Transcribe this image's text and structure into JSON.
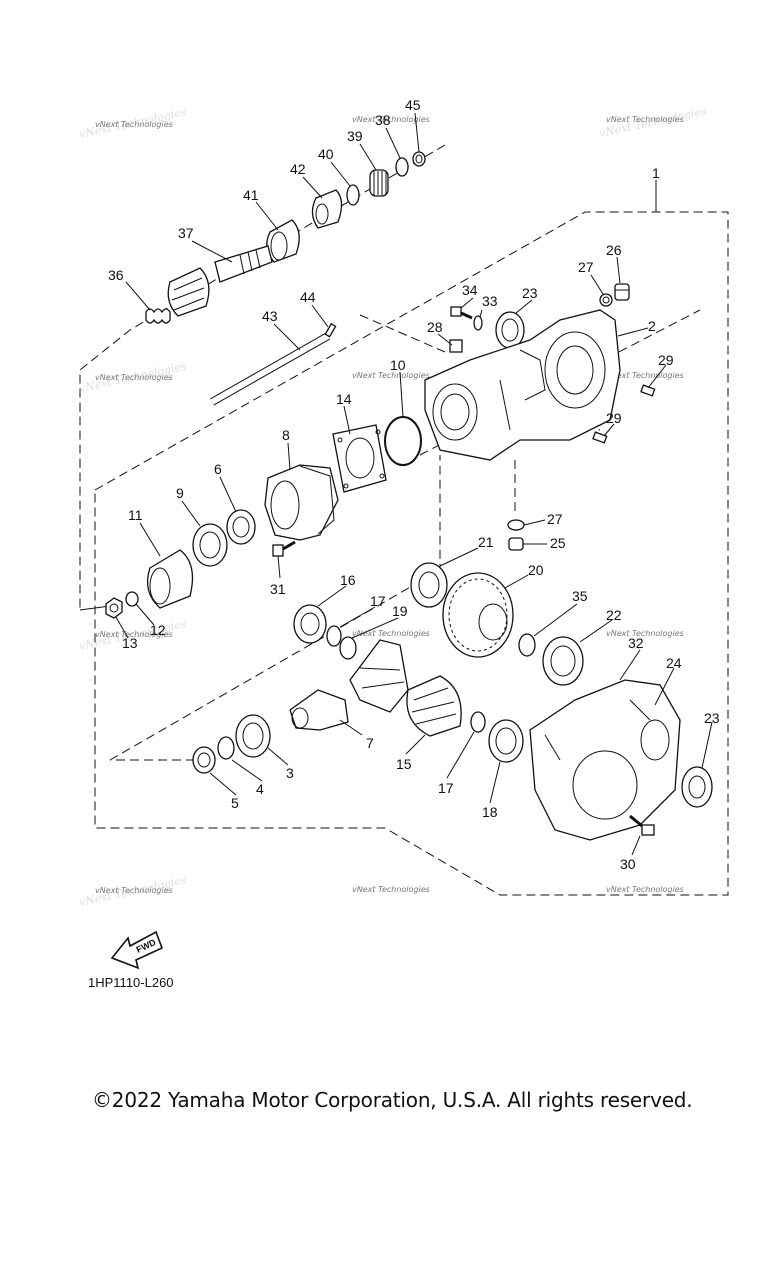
{
  "diagram": {
    "code": "1HP1110-L260",
    "copyright": "©2022 Yamaha Motor Corporation, U.S.A. All rights reserved.",
    "fwd_label": "FWD",
    "watermark": "vNext Technologies",
    "callouts": [
      {
        "id": "c45",
        "text": "45"
      },
      {
        "id": "c38",
        "text": "38"
      },
      {
        "id": "c39",
        "text": "39"
      },
      {
        "id": "c40",
        "text": "40"
      },
      {
        "id": "c42",
        "text": "42"
      },
      {
        "id": "c41",
        "text": "41"
      },
      {
        "id": "c37",
        "text": "37"
      },
      {
        "id": "c36",
        "text": "36"
      },
      {
        "id": "c1",
        "text": "1"
      },
      {
        "id": "c26",
        "text": "26"
      },
      {
        "id": "c27a",
        "text": "27"
      },
      {
        "id": "c34",
        "text": "34"
      },
      {
        "id": "c33",
        "text": "33"
      },
      {
        "id": "c23a",
        "text": "23"
      },
      {
        "id": "c2",
        "text": "2"
      },
      {
        "id": "c44",
        "text": "44"
      },
      {
        "id": "c43",
        "text": "43"
      },
      {
        "id": "c28",
        "text": "28"
      },
      {
        "id": "c10",
        "text": "10"
      },
      {
        "id": "c29a",
        "text": "29"
      },
      {
        "id": "c29b",
        "text": "29"
      },
      {
        "id": "c14",
        "text": "14"
      },
      {
        "id": "c8",
        "text": "8"
      },
      {
        "id": "c6",
        "text": "6"
      },
      {
        "id": "c9",
        "text": "9"
      },
      {
        "id": "c11",
        "text": "11"
      },
      {
        "id": "c27b",
        "text": "27"
      },
      {
        "id": "c25",
        "text": "25"
      },
      {
        "id": "c21",
        "text": "21"
      },
      {
        "id": "c20",
        "text": "20"
      },
      {
        "id": "c31",
        "text": "31"
      },
      {
        "id": "c16",
        "text": "16"
      },
      {
        "id": "c17a",
        "text": "17"
      },
      {
        "id": "c19",
        "text": "19"
      },
      {
        "id": "c35",
        "text": "35"
      },
      {
        "id": "c22",
        "text": "22"
      },
      {
        "id": "c12",
        "text": "12"
      },
      {
        "id": "c13",
        "text": "13"
      },
      {
        "id": "c32",
        "text": "32"
      },
      {
        "id": "c24",
        "text": "24"
      },
      {
        "id": "c7",
        "text": "7"
      },
      {
        "id": "c23b",
        "text": "23"
      },
      {
        "id": "c3",
        "text": "3"
      },
      {
        "id": "c15",
        "text": "15"
      },
      {
        "id": "c4",
        "text": "4"
      },
      {
        "id": "c17b",
        "text": "17"
      },
      {
        "id": "c5",
        "text": "5"
      },
      {
        "id": "c18",
        "text": "18"
      },
      {
        "id": "c30",
        "text": "30"
      }
    ]
  }
}
